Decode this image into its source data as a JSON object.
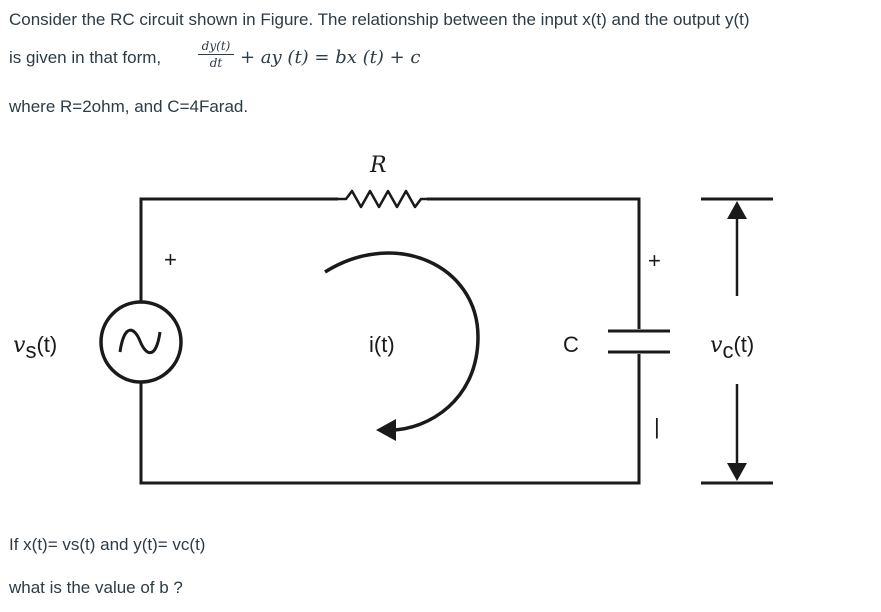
{
  "question": {
    "line1": "Consider the RC circuit shown in Figure. The relationship between the input x(t) and the output y(t)",
    "line2_prefix": "is given in that form,",
    "equation": {
      "fraction_numerator": "dy(t)",
      "fraction_denominator": "dt",
      "rest": "+ ay (t) = bx (t) + c"
    },
    "line3": "where R=2ohm, and C=4Farad.",
    "line4": "If x(t)= vs(t) and y(t)= vc(t)",
    "line5": "what is the value of b ?"
  },
  "circuit": {
    "resistor_label": "R",
    "capacitor_label": "C",
    "current_label": "i(t)",
    "source_label_main": "v",
    "source_label_sub": "s",
    "source_label_arg": "(t)",
    "output_label_main": "v",
    "output_label_sub": "c",
    "output_label_arg": "(t)",
    "source_plus": "+",
    "cap_plus": "+",
    "cap_minus": "|"
  }
}
